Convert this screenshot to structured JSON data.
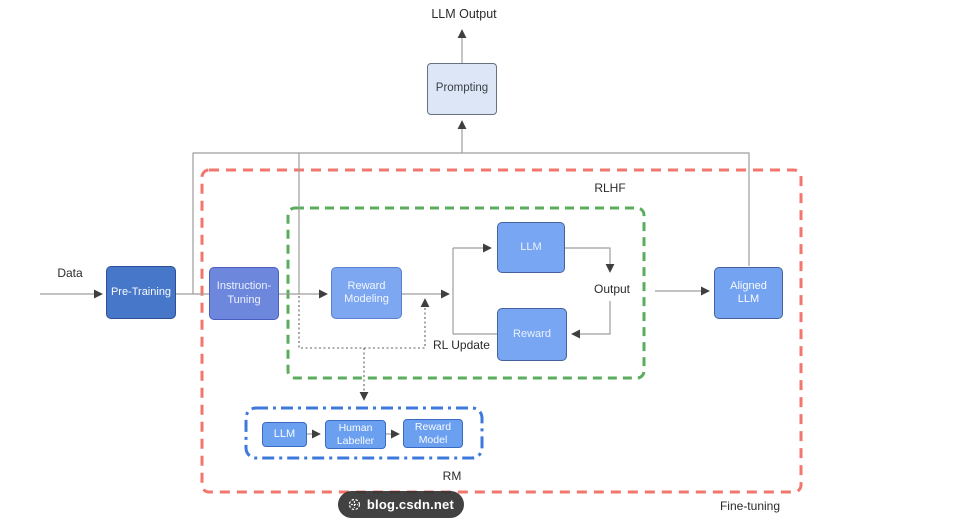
{
  "diagram": {
    "labels": {
      "llm_output": "LLM Output",
      "data": "Data",
      "output": "Output",
      "rl_update": "RL Update",
      "rlhf": "RLHF",
      "rm": "RM",
      "fine_tuning": "Fine-tuning"
    },
    "nodes": {
      "prompting": "Prompting",
      "pre_training": "Pre-Training",
      "instruction_tuning": "Instruction-\nTuning",
      "reward_modeling": "Reward\nModeling",
      "llm": "LLM",
      "reward": "Reward",
      "aligned_llm": "Aligned\nLLM",
      "rm_llm": "LLM",
      "human_labeller": "Human\nLabeller",
      "reward_model": "Reward\nModel"
    },
    "colors": {
      "fine_tuning_boundary": "#F2766C",
      "rlhf_boundary": "#59AD5C",
      "rm_boundary": "#3D79DD",
      "pre_training_fill": "#4677C9",
      "instruction_tuning_fill": "#6D87DD",
      "reward_modeling_fill": "#7DA7F0",
      "rlhf_node_fill": "#78A6F2",
      "rm_node_fill": "#6BA0F1",
      "prompting_fill": "#DDE6F6",
      "connector": "#9E9E9E"
    }
  },
  "watermark": {
    "text": "blog.csdn.net",
    "icon": "globe-icon"
  }
}
